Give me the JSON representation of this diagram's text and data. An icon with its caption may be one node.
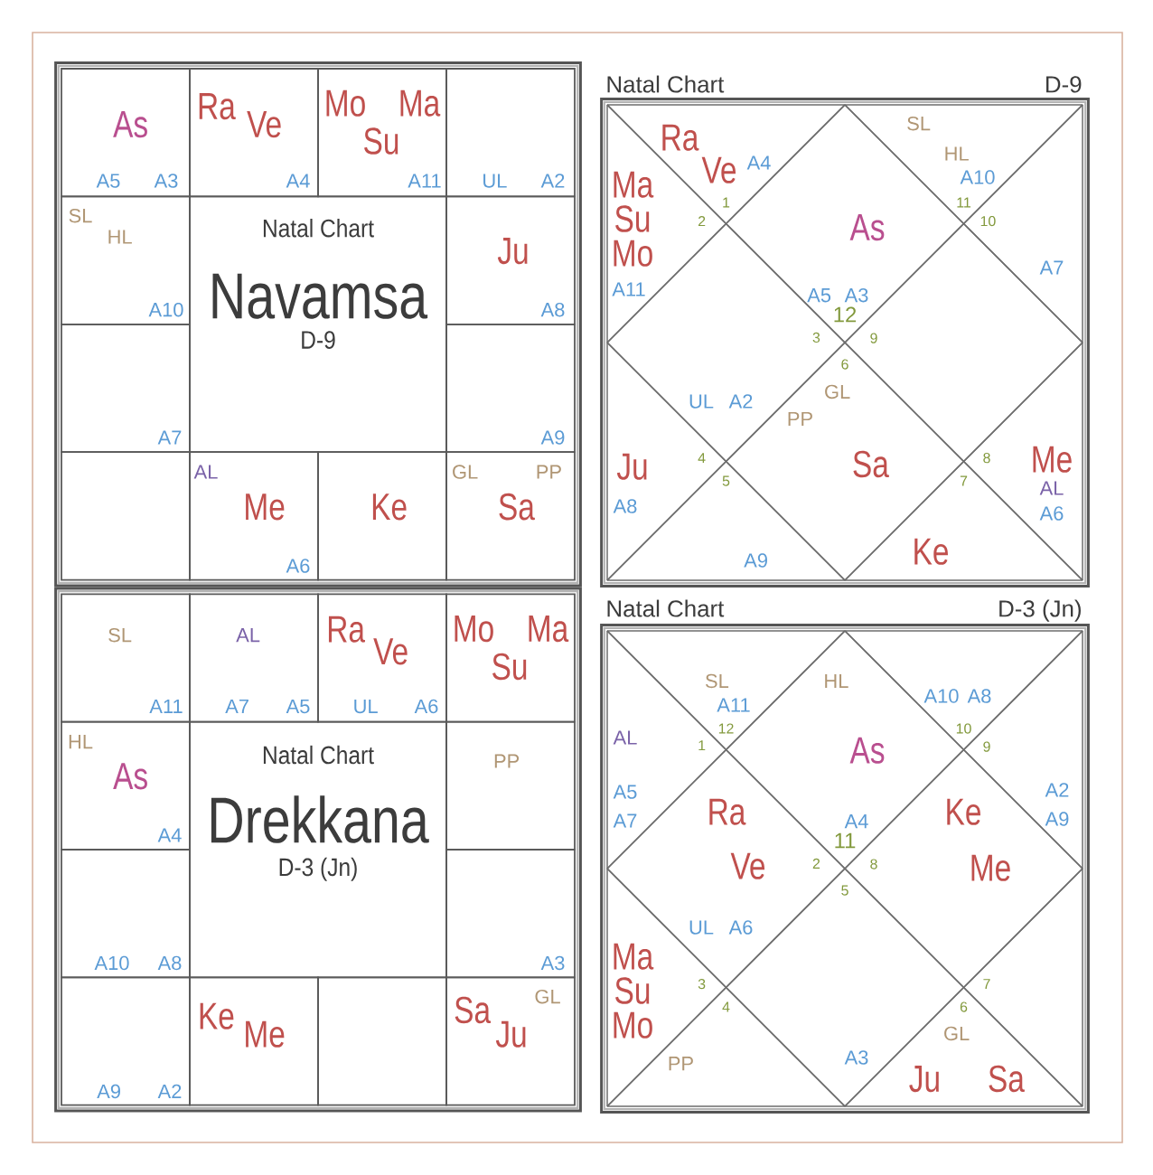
{
  "diagram": {
    "nodes": [
      {
        "text": [],
        "shape": "box"
      },
      {
        "text": [
          "As",
          "A5",
          "A3"
        ],
        "in": 0
      },
      {
        "text": [
          "Ra",
          "Ve",
          "A4"
        ],
        "in": 0
      },
      {
        "text": [
          "Mo",
          "Su",
          "Ma",
          "A11"
        ],
        "in": 0
      },
      {
        "text": [
          "UL",
          "A2"
        ],
        "in": 0
      },
      {
        "text": [
          "SL",
          "HL",
          "A10"
        ],
        "in": 0
      },
      {
        "text": [
          "Natal Chart",
          "Navamsa",
          "D-9"
        ],
        "in": 0
      },
      {
        "text": [
          "Ju",
          "A8"
        ],
        "in": 0
      },
      {
        "text": [
          "A7"
        ],
        "in": 0
      },
      {
        "text": [
          "A9"
        ],
        "in": 0
      },
      {
        "text": [],
        "shape": "box",
        "in": 0
      },
      {
        "text": [
          "AL",
          "Me",
          "A6"
        ],
        "in": 0
      },
      {
        "text": [
          "Ke"
        ],
        "in": 0
      },
      {
        "text": [
          "GL",
          "PP",
          "Sa"
        ],
        "in": 0
      },
      {
        "text": [
          "Natal Chart",
          "D-9"
        ]
      },
      {
        "text": [
          "As",
          "A5",
          "A3",
          "12"
        ],
        "in": 14
      },
      {
        "text": [
          "Ra",
          "Ve",
          "A4",
          "1"
        ],
        "in": 14
      },
      {
        "text": [
          "Ma",
          "Su",
          "Mo",
          "A11",
          "2"
        ],
        "in": 14
      },
      {
        "text": [
          "UL",
          "A2",
          "3"
        ],
        "in": 14
      },
      {
        "text": [
          "Ju",
          "A8",
          "4"
        ],
        "in": 14
      },
      {
        "text": [
          "A9",
          "5"
        ],
        "in": 14
      },
      {
        "text": [
          "GL",
          "PP",
          "Sa",
          "6"
        ],
        "in": 14
      },
      {
        "text": [
          "Ke",
          "7"
        ],
        "in": 14
      },
      {
        "text": [
          "Me",
          "AL",
          "A6",
          "8"
        ],
        "in": 14
      },
      {
        "text": [
          "9"
        ],
        "in": 14
      },
      {
        "text": [
          "A7",
          "10"
        ],
        "in": 14
      },
      {
        "text": [
          "SL",
          "HL",
          "A10",
          "11"
        ],
        "in": 14
      },
      {
        "text": [],
        "shape": "box"
      },
      {
        "text": [
          "SL",
          "A11"
        ],
        "in": 27
      },
      {
        "text": [
          "AL",
          "A7",
          "A5"
        ],
        "in": 27
      },
      {
        "text": [
          "Ra",
          "Ve",
          "UL",
          "A6"
        ],
        "in": 27
      },
      {
        "text": [
          "Mo",
          "Su",
          "Ma"
        ],
        "in": 27
      },
      {
        "text": [
          "HL",
          "As",
          "A4"
        ],
        "in": 27
      },
      {
        "text": [
          "Natal Chart",
          "Drekkana",
          "D-3 (Jn)"
        ],
        "in": 27
      },
      {
        "text": [
          "PP"
        ],
        "in": 27
      },
      {
        "text": [
          "A10",
          "A8"
        ],
        "in": 27
      },
      {
        "text": [
          "A3"
        ],
        "in": 27
      },
      {
        "text": [
          "A9",
          "A2"
        ],
        "in": 27
      },
      {
        "text": [
          "Ke",
          "Me"
        ],
        "in": 27
      },
      {
        "text": [],
        "shape": "box",
        "in": 27
      },
      {
        "text": [
          "Sa",
          "Ju",
          "GL"
        ],
        "in": 27
      },
      {
        "text": [
          "Natal Chart",
          "D-3 (Jn)"
        ]
      },
      {
        "text": [
          "HL",
          "As",
          "A4",
          "11"
        ],
        "in": 41
      },
      {
        "text": [
          "SL",
          "A11",
          "12"
        ],
        "in": 41
      },
      {
        "text": [
          "AL",
          "A5",
          "A7",
          "1"
        ],
        "in": 41
      },
      {
        "text": [
          "Ra",
          "Ve",
          "UL",
          "A6",
          "2"
        ],
        "in": 41
      },
      {
        "text": [
          "Ma",
          "Su",
          "Mo",
          "3"
        ],
        "in": 41
      },
      {
        "text": [
          "PP",
          "4"
        ],
        "in": 41
      },
      {
        "text": [
          "5",
          "A3"
        ],
        "in": 41
      },
      {
        "text": [
          "GL",
          "Ju",
          "Sa",
          "6"
        ],
        "in": 41
      },
      {
        "text": [
          "7"
        ],
        "in": 41
      },
      {
        "text": [
          "Ke",
          "8",
          "Me"
        ],
        "in": 41
      },
      {
        "text": [
          "A2",
          "A9",
          "9"
        ],
        "in": 41
      },
      {
        "text": [
          "A10",
          "A8",
          "10"
        ],
        "in": 41
      }
    ]
  }
}
